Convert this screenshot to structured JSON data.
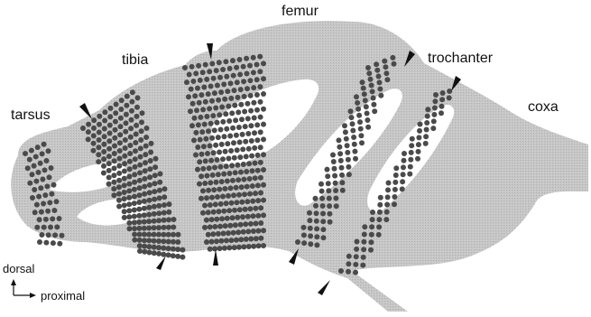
{
  "labels": {
    "femur": "femur",
    "tibia": "tibia",
    "tarsus": "tarsus",
    "trochanter": "trochanter",
    "coxa": "coxa"
  },
  "axes": {
    "dorsal": "dorsal",
    "proximal": "proximal"
  },
  "colors": {
    "tissue": "#c4c4c4",
    "dots": "#4a4a4a",
    "ink": "#111111"
  }
}
